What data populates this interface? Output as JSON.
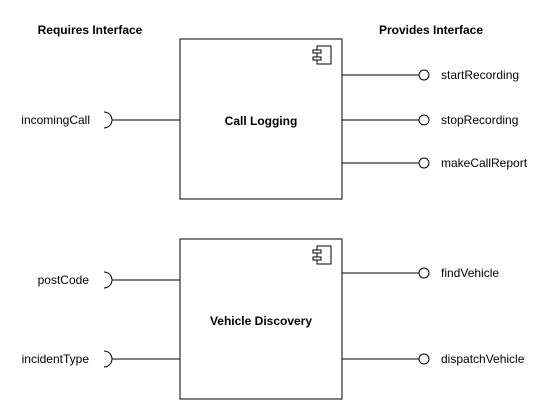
{
  "headers": {
    "requires": "Requires Interface",
    "provides": "Provides Interface"
  },
  "components": [
    {
      "name": "Call Logging",
      "required": [
        "incomingCall"
      ],
      "provided": [
        "startRecording",
        "stopRecording",
        "makeCallReport"
      ]
    },
    {
      "name": "Vehicle Discovery",
      "required": [
        "postCode",
        "incidentType"
      ],
      "provided": [
        "findVehicle",
        "dispatchVehicle"
      ]
    }
  ],
  "icons": {
    "component_marker": "uml-component-icon",
    "provided_interface": "lollipop-ball",
    "required_interface": "socket-arc"
  },
  "colors": {
    "line": "#000000",
    "background": "#ffffff"
  }
}
